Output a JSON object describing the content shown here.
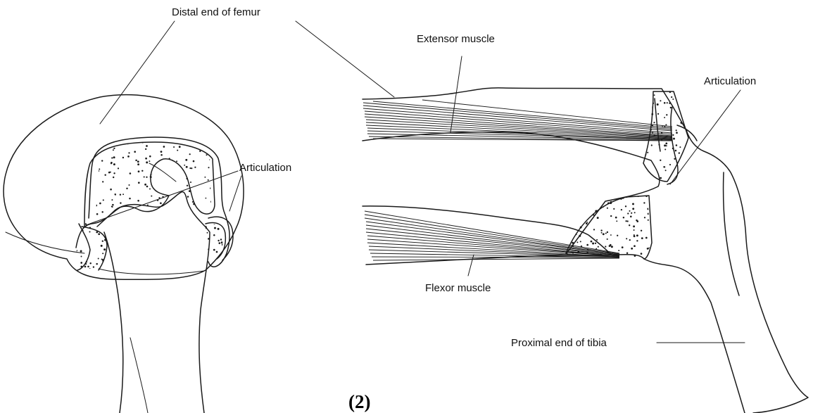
{
  "labels": {
    "distal_femur": "Distal end of femur",
    "articulation_left": "Articulation",
    "extensor": "Extensor muscle",
    "articulation_right": "Articulation",
    "flexor": "Flexor muscle",
    "proximal_tibia": "Proximal end of tibia"
  },
  "figure_number": "(2)"
}
